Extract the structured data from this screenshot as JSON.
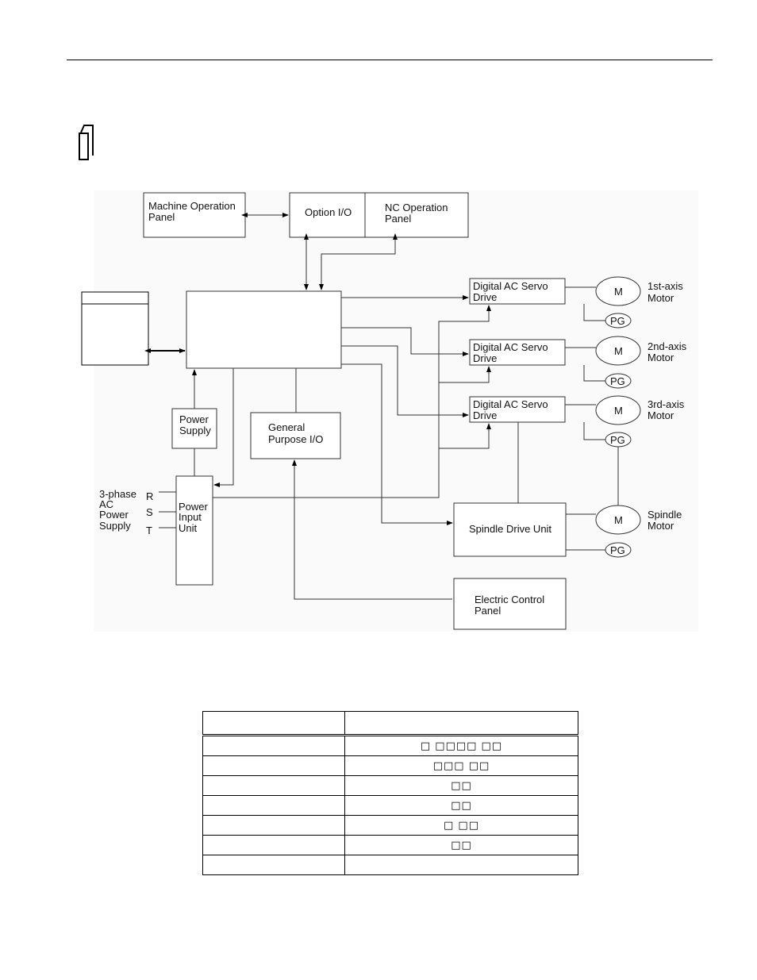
{
  "diagram": {
    "machine_operation_panel": [
      "Machine Operation",
      "Panel"
    ],
    "option_io": "Option I/O",
    "nc_operation_panel": [
      "NC Operation",
      "Panel"
    ],
    "servo_drives": [
      [
        "Digital AC Servo",
        "Drive"
      ],
      [
        "Digital AC Servo",
        "Drive"
      ],
      [
        "Digital AC Servo",
        "Drive"
      ]
    ],
    "motor_label": "M",
    "pg_label": "PG",
    "motors": [
      [
        "1st-axis",
        "Motor"
      ],
      [
        "2nd-axis",
        "Motor"
      ],
      [
        "3rd-axis",
        "Motor"
      ],
      [
        "Spindle",
        "Motor"
      ]
    ],
    "power_supply": [
      "Power",
      "Supply"
    ],
    "general_purpose_io": [
      "General",
      "Purpose I/O"
    ],
    "power_input_unit": [
      "Power",
      "Input",
      "Unit"
    ],
    "ac_supply": [
      "3-phase",
      "AC",
      "Power",
      "Supply"
    ],
    "phases": [
      "R",
      "S",
      "T"
    ],
    "spindle_drive_unit": "Spindle Drive Unit",
    "electric_control_panel": [
      "Electric Control",
      "Panel"
    ]
  },
  "table": {
    "rows": [
      {
        "c1": "",
        "c2": ""
      },
      {
        "c1": "",
        "c2": "□ □□□□ □□"
      },
      {
        "c1": "",
        "c2": "□□□ □□"
      },
      {
        "c1": "",
        "c2": "□□"
      },
      {
        "c1": "",
        "c2": " □□"
      },
      {
        "c1": "",
        "c2": "□ □□"
      },
      {
        "c1": "",
        "c2": " □□"
      },
      {
        "c1": "",
        "c2": ""
      }
    ]
  }
}
